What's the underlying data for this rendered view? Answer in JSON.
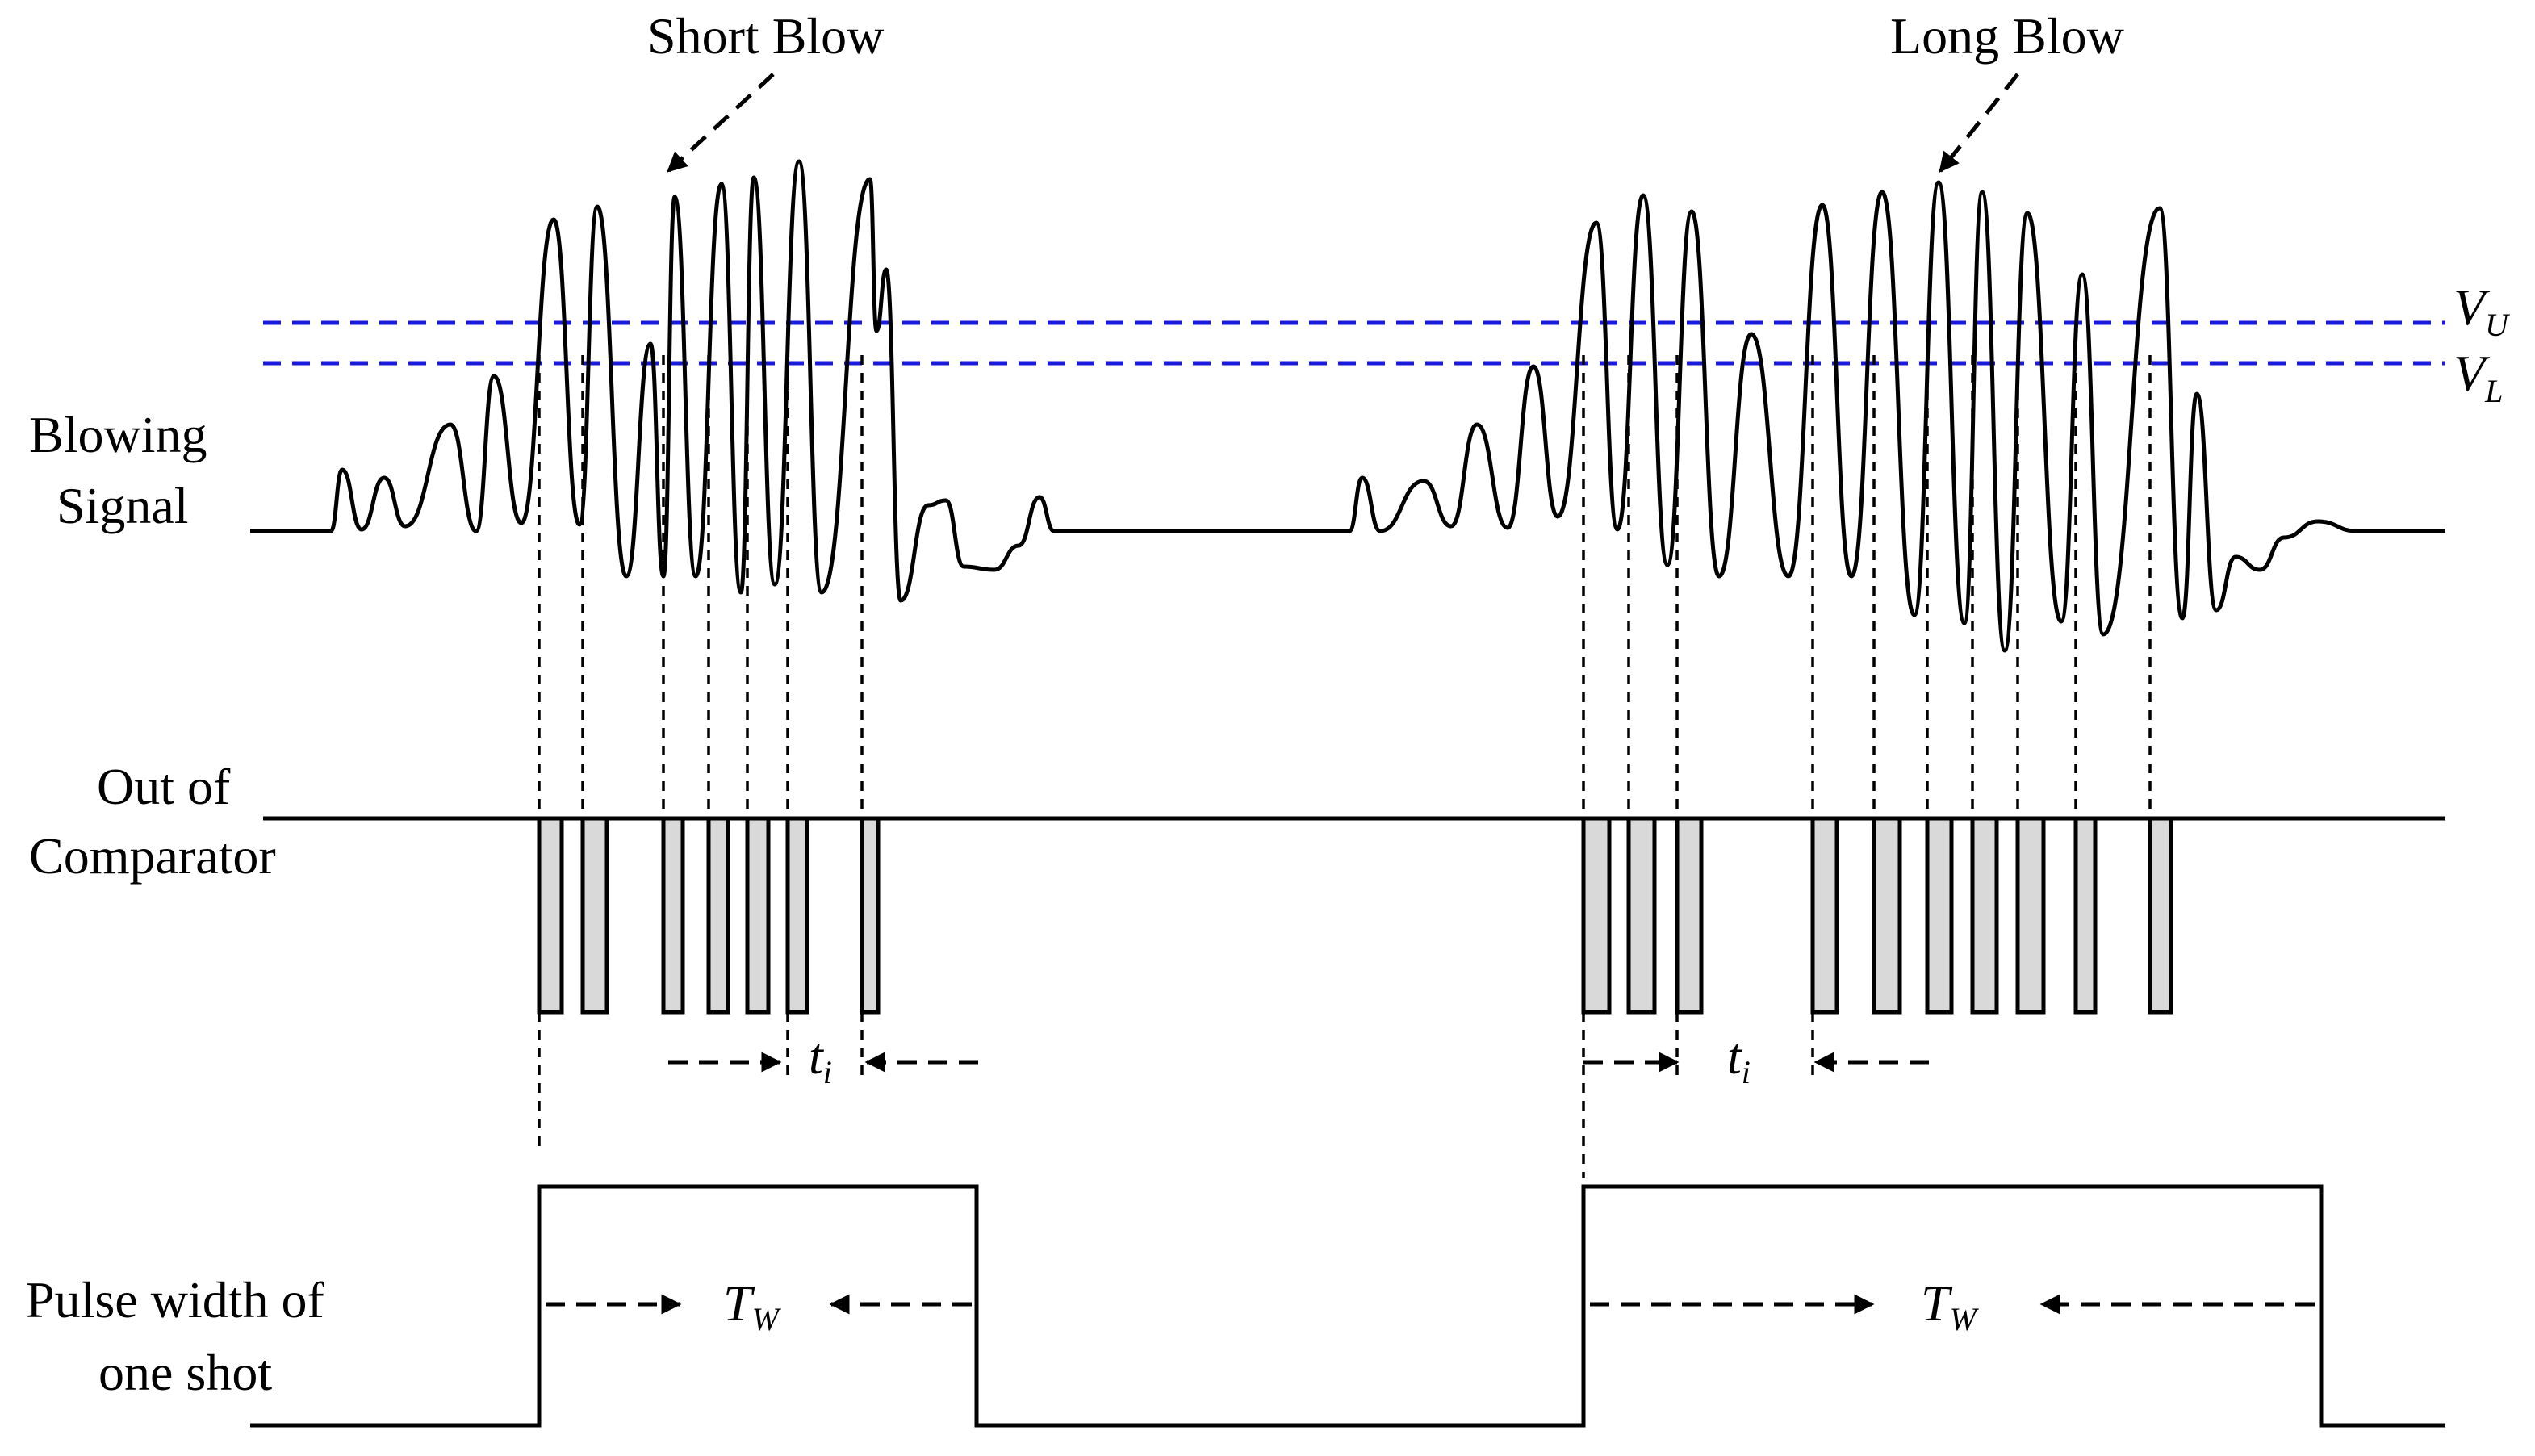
{
  "labels": {
    "short_blow": "Short Blow",
    "long_blow": "Long Blow",
    "blowing_line1": "Blowing",
    "blowing_line2": "Signal",
    "comparator_line1": "Out of",
    "comparator_line2": "Comparator",
    "pulse_line1": "Pulse width of",
    "pulse_line2": "one shot",
    "vu_main": "V",
    "vu_sub": "U",
    "vl_main": "V",
    "vl_sub": "L",
    "ti_main": "t",
    "ti_sub": "i",
    "tw_main": "T",
    "tw_sub": "W"
  },
  "colors": {
    "threshold": "#1a1adc",
    "pulse_fill": "#d9d9d9",
    "ink": "#000000"
  }
}
